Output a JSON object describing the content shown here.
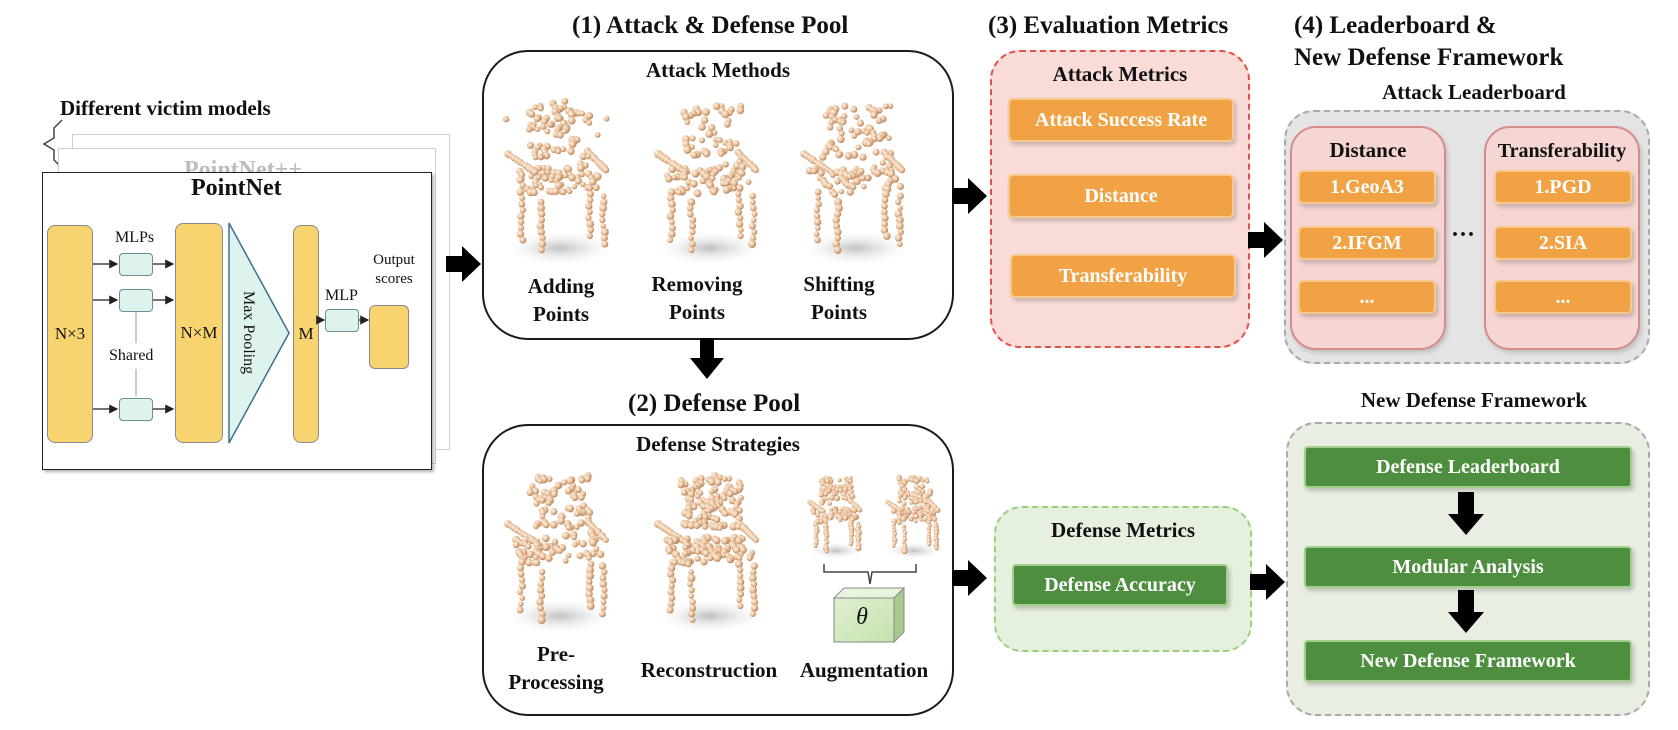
{
  "victim": {
    "caption": "Different victim models",
    "back_model": "PointNet++",
    "model": "PointNet",
    "input": "N×3",
    "mlps": "MLPs",
    "shared": "Shared",
    "feature": "N×M",
    "pooling": "Max Pooling",
    "global": "M",
    "mlp": "MLP",
    "output": "Output scores"
  },
  "attack_pool": {
    "section_title": "(1) Attack & Defense Pool",
    "box_title": "Attack Methods",
    "methods": [
      {
        "label": "Adding Points"
      },
      {
        "label": "Removing Points"
      },
      {
        "label": "Shifting Points"
      }
    ]
  },
  "defense_pool": {
    "section_title": "(2) Defense Pool",
    "box_title": "Defense Strategies",
    "strategies": [
      {
        "label": "Pre-Processing"
      },
      {
        "label": "Reconstruction"
      },
      {
        "label": "Augmentation"
      }
    ],
    "theta": "θ"
  },
  "evaluation": {
    "section_title": "(3) Evaluation Metrics",
    "attack_metrics_title": "Attack Metrics",
    "attack_metrics": [
      "Attack Success Rate",
      "Distance",
      "Transferability"
    ],
    "defense_metrics_title": "Defense Metrics",
    "defense_metrics": [
      "Defense Accuracy"
    ]
  },
  "leaderboard": {
    "section_title_line1": "(4) Leaderboard &",
    "section_title_line2": "New Defense Framework",
    "attack_leaderboard_title": "Attack Leaderboard",
    "distance_title": "Distance",
    "distance_items": [
      "1.GeoA3",
      "2.IFGM",
      "..."
    ],
    "ellipsis": "···",
    "transfer_title": "Transferability",
    "transfer_items": [
      "1.PGD",
      "2.SIA",
      "..."
    ],
    "new_framework_title": "New Defense Framework",
    "framework_steps": [
      "Defense Leaderboard",
      "Modular Analysis",
      "New Defense Framework"
    ]
  },
  "colors": {
    "orange": "#f0a244",
    "green": "#4e8f3f",
    "red_dash": "#e0524c",
    "bar_yellow": "#f8d471"
  }
}
